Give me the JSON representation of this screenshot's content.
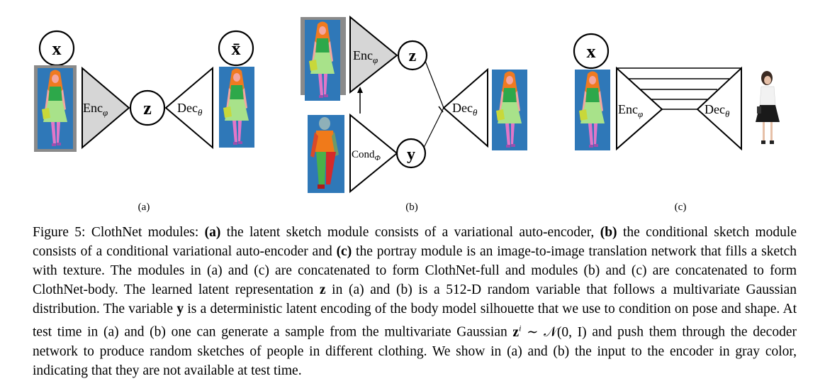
{
  "figure": {
    "panel_a": {
      "label": "(a)",
      "input_node": "x",
      "latent_node": "z",
      "output_node": "x̄",
      "encoder": "Enc",
      "encoder_sub": "φ",
      "decoder": "Dec",
      "decoder_sub": "θ"
    },
    "panel_b": {
      "label": "(b)",
      "latent_node": "z",
      "cond_node": "y",
      "encoder": "Enc",
      "encoder_sub": "φ",
      "condition": "Cond",
      "condition_sub": "Φ",
      "decoder": "Dec",
      "decoder_sub": "θ"
    },
    "panel_c": {
      "label": "(c)",
      "input_node": "x",
      "encoder": "Enc",
      "encoder_sub": "φ",
      "decoder": "Dec",
      "decoder_sub": "θ"
    },
    "colors": {
      "sketch_background": "#2f78b8",
      "input_frame_gray": "#8a8a8a",
      "encoder_fill": "#d6d6d6"
    }
  },
  "caption": {
    "prefix": "Figure 5: ClothNet modules: ",
    "a_label": "(a)",
    "s1": " the latent sketch module consists of a variational auto-encoder, ",
    "b_label": "(b)",
    "s2": " the conditional sketch module consists of a conditional variational auto-encoder and ",
    "c_label": "(c)",
    "s3": " the portray module is an image-to-image translation network that fills a sketch with texture. The modules in (a) and (c) are concatenated to form ClothNet-full and modules (b) and (c) are concatenated to form ClothNet-body. The learned latent representation ",
    "z1": "z",
    "s4": " in (a) and (b) is a 512-D random variable that follows a multivariate Gaussian distribution. The variable ",
    "y1": "y",
    "s5": " is a deterministic latent encoding of the body model silhouette that we use to condition on pose and shape. At test time in (a) and (b) one can generate a sample from the multivariate Gaussian ",
    "math_z": "z",
    "math_sup": "i",
    "math_rest": " ∼ 𝒩(0, I)",
    "s6": " and push them through the decoder network to produce random sketches of people in different clothing. We show in (a) and (b) the input to the encoder in gray color, indicating that they are not available at test time."
  }
}
